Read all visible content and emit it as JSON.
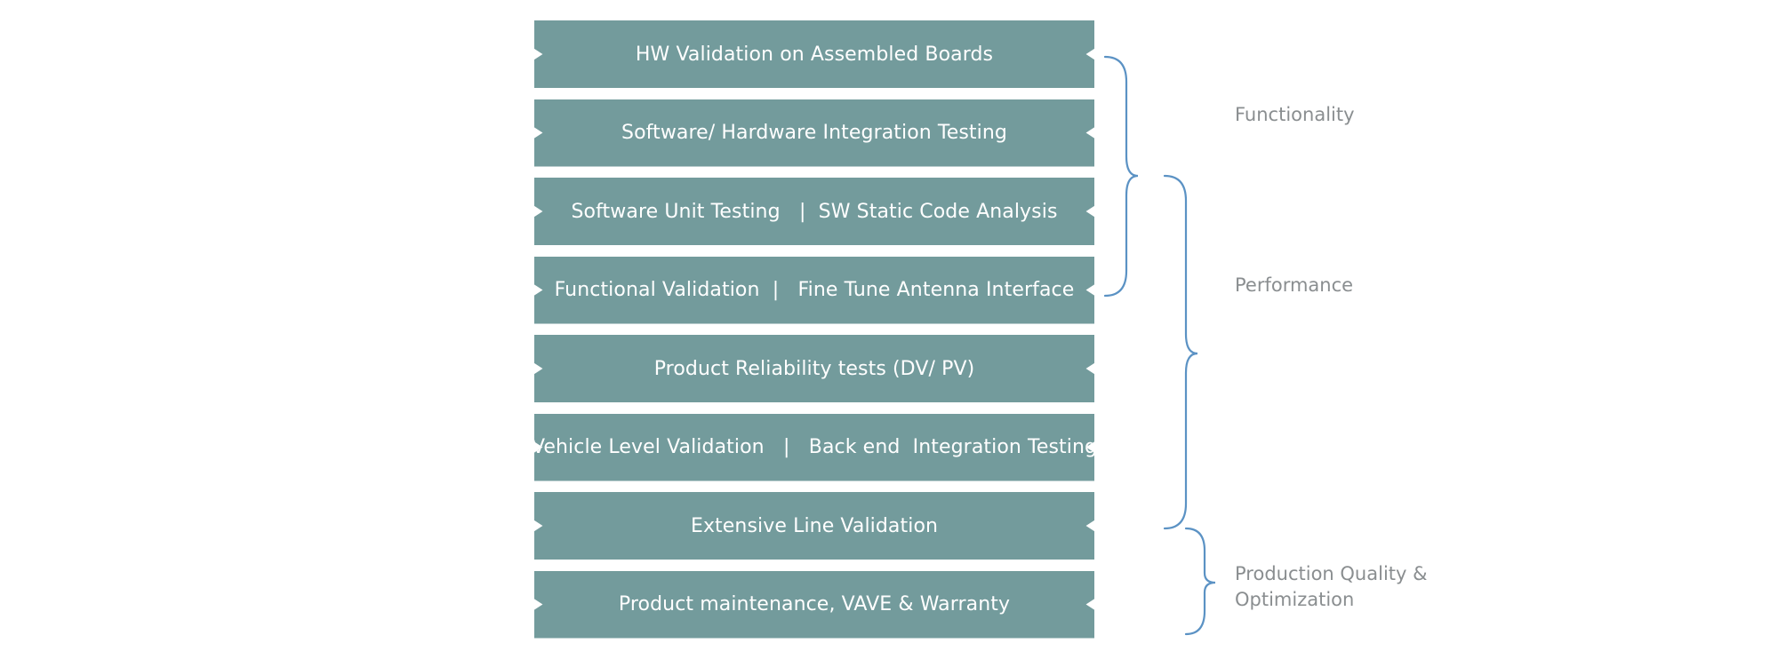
{
  "stages": [
    "HW Validation on Assembled Boards",
    "Software/ Hardware Integration Testing",
    "Software Unit Testing   |  SW Static Code Analysis",
    "Functional Validation  |   Fine Tune Antenna Interface",
    "Product Reliability tests (DV/ PV)",
    "Vehicle Level Validation   |   Back end  Integration Testing",
    "Extensive Line Validation",
    "Product maintenance, VAVE & Warranty"
  ],
  "groups": {
    "functionality": "Functionality",
    "performance": "Performance",
    "production_line1": "Production Quality &",
    "production_line2": "Optimization"
  },
  "colors": {
    "band_fill": "#739b9c",
    "band_text": "#ffffff",
    "brace": "#5b92c4",
    "label": "#8a8e90"
  }
}
